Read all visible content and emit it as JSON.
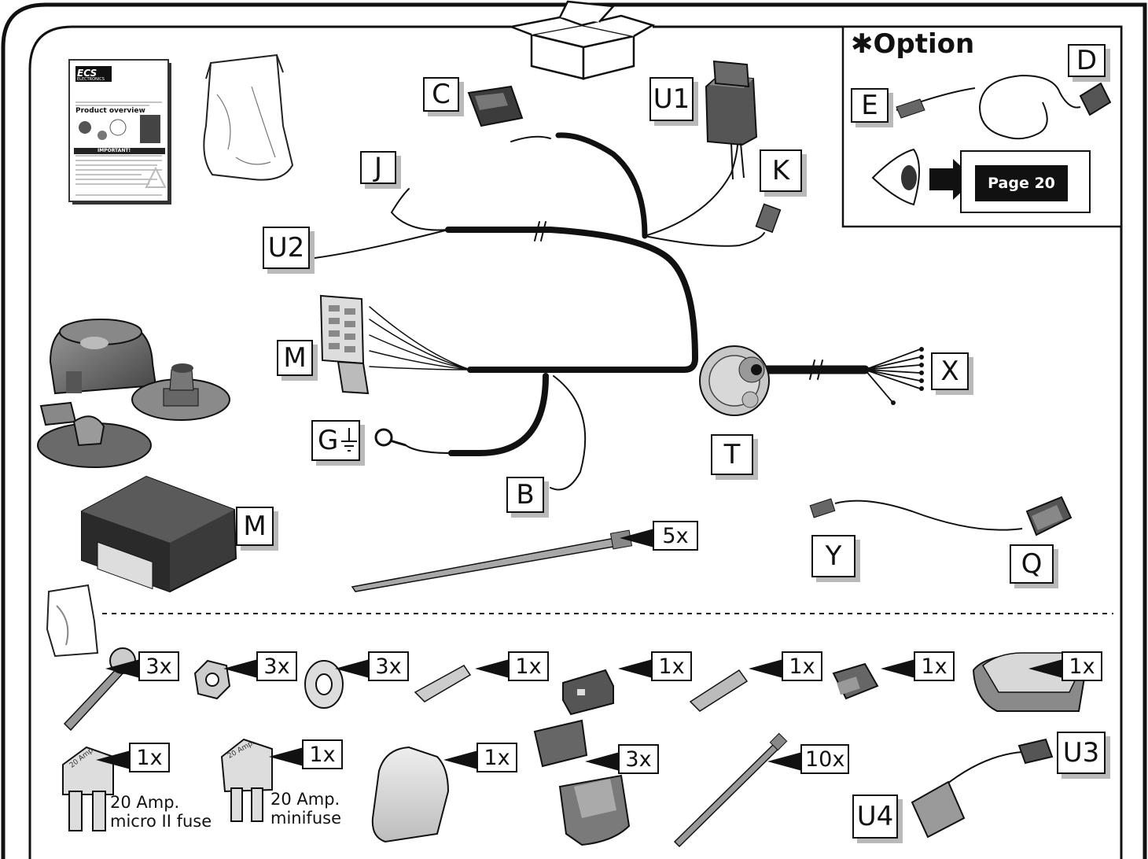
{
  "manual": {
    "brand": "ECS",
    "subtitle": "ELECTRONICS",
    "heading": "Product overview",
    "warning": "IMPORTANT!"
  },
  "option_panel": {
    "title": "✱Option",
    "page_ref": "Page 20",
    "labels": [
      "E",
      "D"
    ]
  },
  "labels": {
    "C": "C",
    "U1": "U1",
    "J": "J",
    "K": "K",
    "U2": "U2",
    "M1": "M",
    "X": "X",
    "G": "G",
    "T": "T",
    "B": "B",
    "M2": "M",
    "Y": "Y",
    "Q": "Q",
    "U3": "U3",
    "U4": "U4"
  },
  "quantities": {
    "cable_tie_long": "5x",
    "screw": "3x",
    "nut": "3x",
    "washer": "3x",
    "terminal_a": "1x",
    "housing_a": "1x",
    "terminal_b": "1x",
    "housing_b": "1x",
    "pad": "1x",
    "micro_fuse": "1x",
    "mini_fuse": "1x",
    "cap": "1x",
    "splice_connector": "3x",
    "cable_tie_short": "10x"
  },
  "captions": {
    "micro_fuse_line1": "20 Amp.",
    "micro_fuse_line2": "micro II fuse",
    "mini_fuse_line1": "20 Amp.",
    "mini_fuse_line2": "minifuse",
    "micro_fuse_body": "20 Amp.",
    "mini_fuse_body": "20 Amp."
  },
  "colors": {
    "frame": "#111111",
    "shadow": "#b9b9b9",
    "part_grey": "#7a7a7a",
    "part_dark": "#3a3a3a"
  }
}
